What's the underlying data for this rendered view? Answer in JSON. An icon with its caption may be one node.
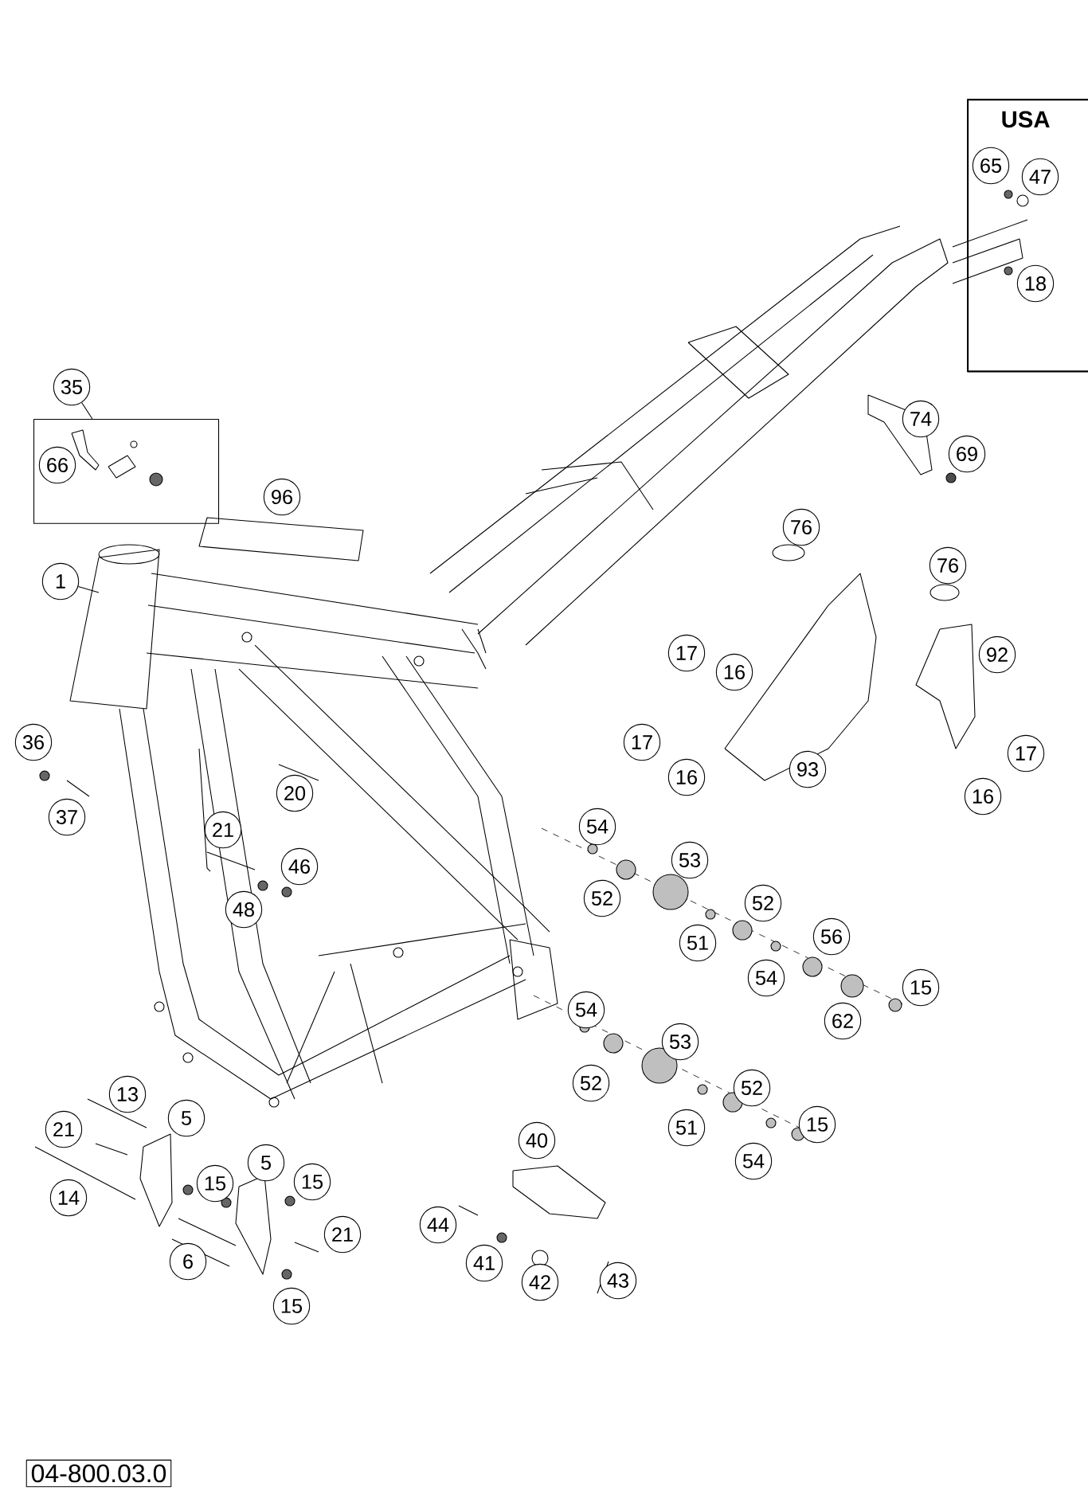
{
  "diagram": {
    "nodes": [
      {
        "text": [
          "USA"
        ]
      },
      {
        "text": [
          "35"
        ]
      },
      {
        "text": [
          "66"
        ]
      },
      {
        "text": [
          "1"
        ]
      },
      {
        "text": [
          "04-800.03.0"
        ]
      }
    ],
    "edges": [
      {
        "from": 1,
        "to": 2,
        "arrow": "none"
      },
      {
        "from": 3,
        "to": null,
        "arrow": "none"
      }
    ],
    "labels": [
      "65",
      "47",
      "18",
      "96",
      "76",
      "69",
      "74",
      "76",
      "92",
      "17",
      "16",
      "17",
      "16",
      "93",
      "17",
      "16",
      "36",
      "37",
      "20",
      "21",
      "46",
      "48",
      "54",
      "53",
      "52",
      "51",
      "52",
      "54",
      "56",
      "15",
      "62",
      "54",
      "53",
      "52",
      "51",
      "52",
      "54",
      "15",
      "40",
      "13",
      "5",
      "21",
      "44",
      "14",
      "15",
      "15",
      "5",
      "6",
      "21",
      "41",
      "42",
      "43",
      "15"
    ]
  }
}
